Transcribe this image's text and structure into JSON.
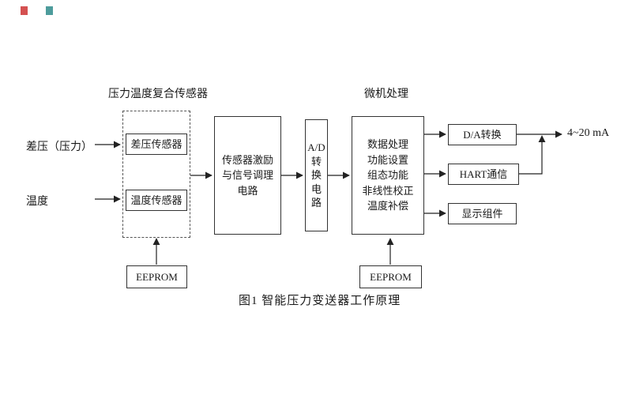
{
  "figure": {
    "caption": "图1 智能压力变送器工作原理"
  },
  "groups": {
    "sensor_label": "压力温度复合传感器",
    "mcu_label": "微机处理"
  },
  "inputs": {
    "dp": "差压（压力）",
    "temp": "温度"
  },
  "blocks": {
    "dp_sensor": "差压传感器",
    "temp_sensor": "温度传感器",
    "conditioning": "传感器激励\n与信号调理\n电路",
    "ad": "A/D\n转\n换\n电\n路",
    "processing": "数据处理\n功能设置\n组态功能\n非线性校正\n温度补偿",
    "da": "D/A转换",
    "hart": "HART通信",
    "display": "显示组件",
    "eeprom_sensor": "EEPROM",
    "eeprom_mcu": "EEPROM"
  },
  "outputs": {
    "current": "4~20 mA"
  },
  "colors": {
    "line": "#222222",
    "mark_red": "#cc3333",
    "mark_teal": "#2e8b8b"
  }
}
